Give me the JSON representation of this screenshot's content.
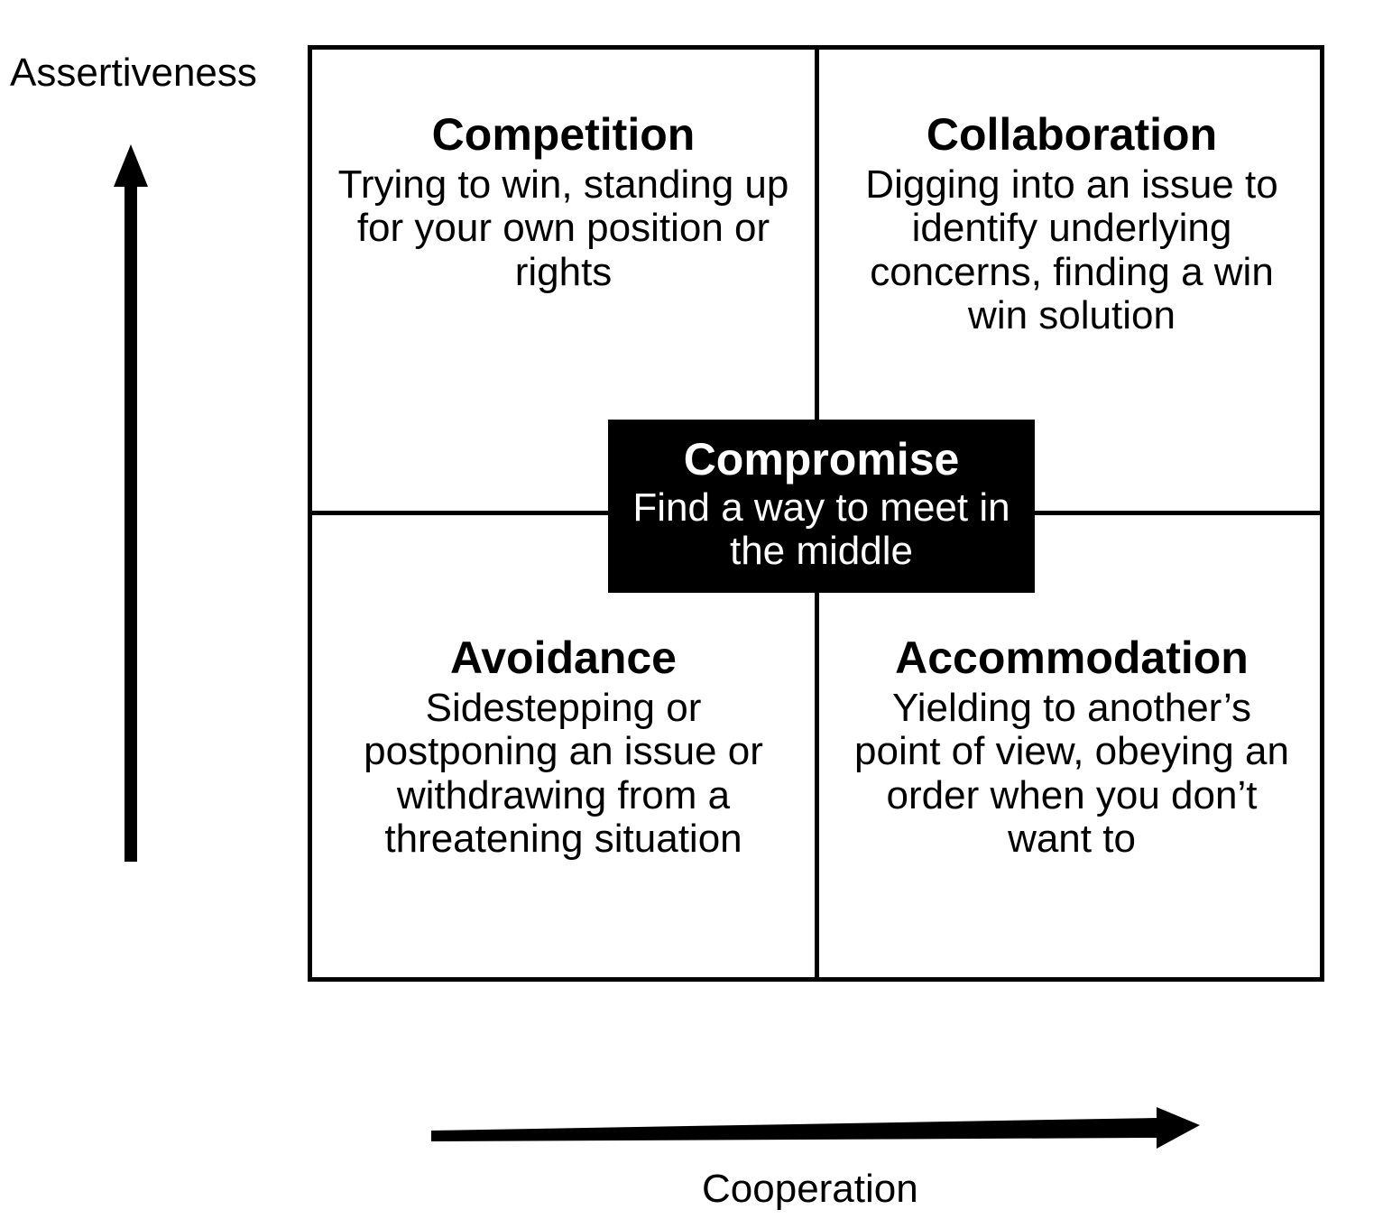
{
  "diagram": {
    "type": "2x2-matrix",
    "axes": {
      "y": {
        "label": "Assertiveness",
        "direction": "up",
        "icon": "up-arrow-icon"
      },
      "x": {
        "label": "Cooperation",
        "direction": "right",
        "icon": "right-arrow-icon"
      }
    },
    "colors": {
      "frame": "#000000",
      "background": "#FFFFFF",
      "text": "#000000",
      "center_box_fill": "#000000",
      "center_box_text": "#FFFFFF"
    },
    "quadrants": [
      {
        "id": "competition",
        "position": "top-left",
        "title": "Competition",
        "description": "Trying to win, standing up for your own position or rights"
      },
      {
        "id": "collaboration",
        "position": "top-right",
        "title": "Collaboration",
        "description": "Digging into an issue to identify underlying concerns, finding a win win solution"
      },
      {
        "id": "avoidance",
        "position": "bottom-left",
        "title": "Avoidance",
        "description": "Sidestepping or postponing an issue or withdrawing from a threatening situation"
      },
      {
        "id": "accommodation",
        "position": "bottom-right",
        "title": "Accommodation",
        "description": "Yielding to another’s point of view, obeying an order when you don’t want to"
      }
    ],
    "center": {
      "id": "compromise",
      "position": "center",
      "title": "Compromise",
      "description": "Find a way to meet in the middle"
    }
  }
}
